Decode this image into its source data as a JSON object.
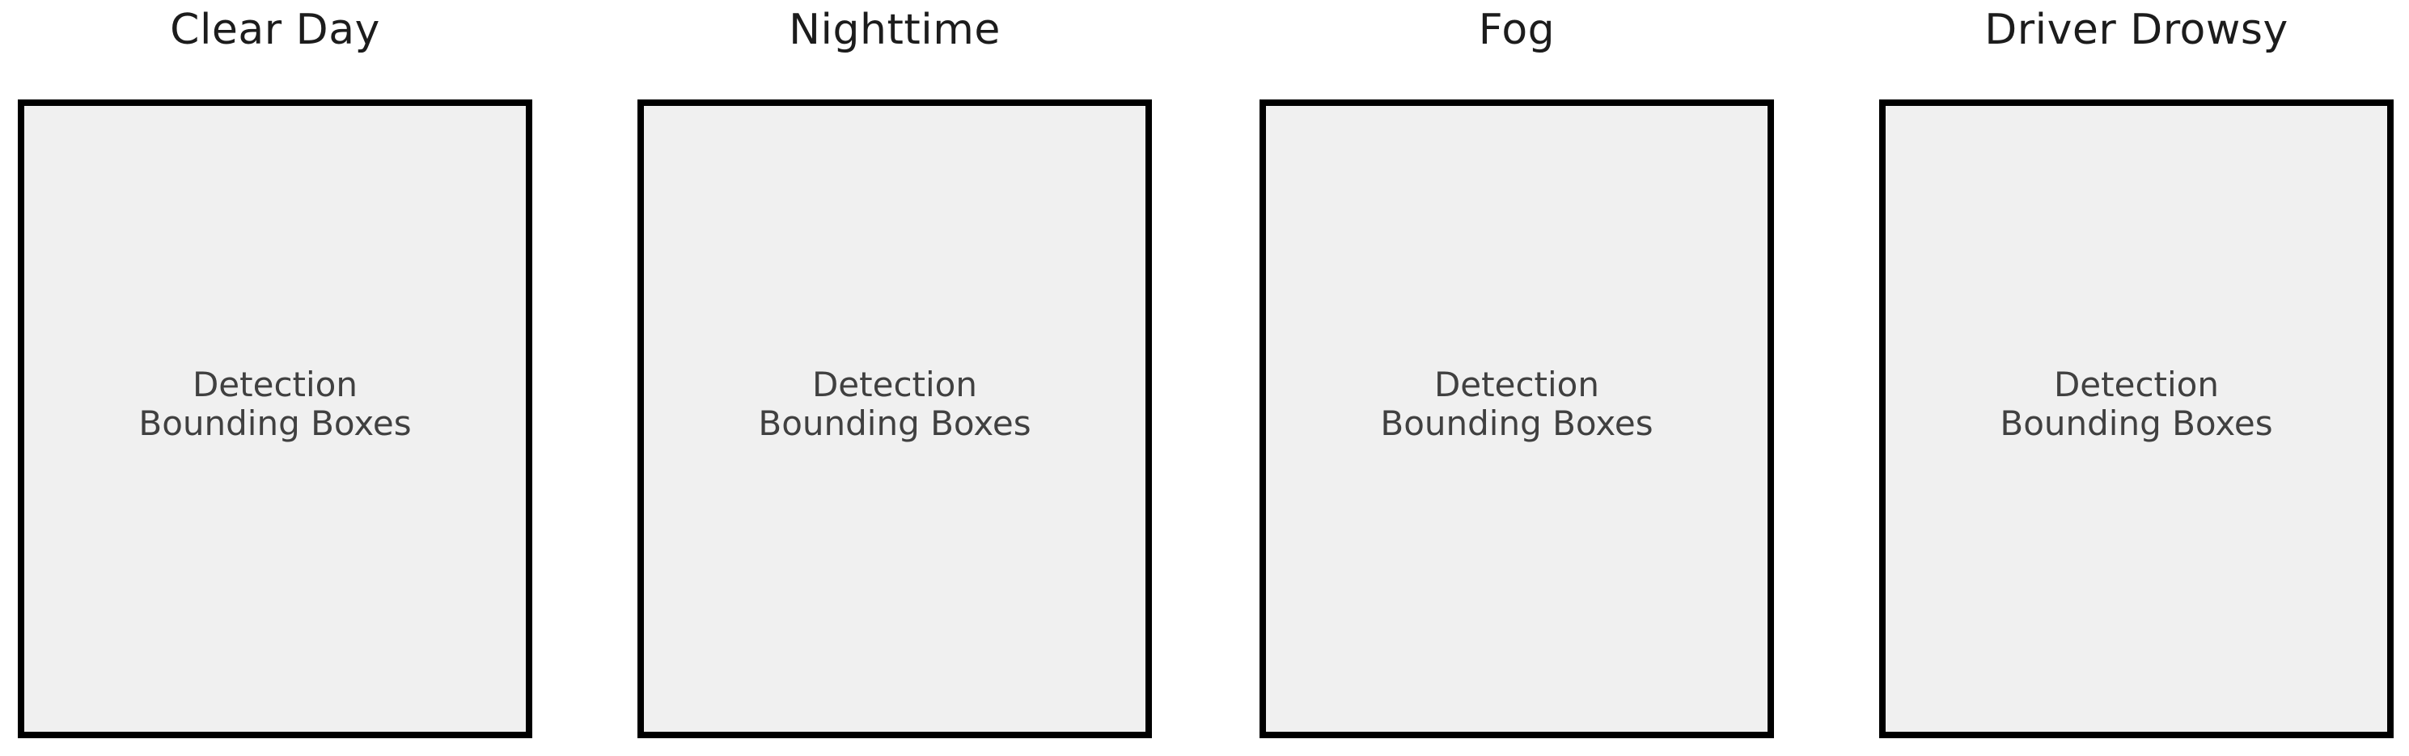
{
  "figure": {
    "type": "placeholder-panel-figure",
    "background": "#ffffff"
  },
  "panels": [
    {
      "title": "Clear Day",
      "label_line1": "Detection",
      "label_line2": "Bounding Boxes"
    },
    {
      "title": "Nighttime",
      "label_line1": "Detection",
      "label_line2": "Bounding Boxes"
    },
    {
      "title": "Fog",
      "label_line1": "Detection",
      "label_line2": "Bounding Boxes"
    },
    {
      "title": "Driver Drowsy",
      "label_line1": "Detection",
      "label_line2": "Bounding Boxes"
    }
  ],
  "colors": {
    "background": "#ffffff",
    "box_fill": "#f0f0f0",
    "box_border": "#000000",
    "title_text": "#1c1c1c",
    "label_text": "#404040"
  }
}
